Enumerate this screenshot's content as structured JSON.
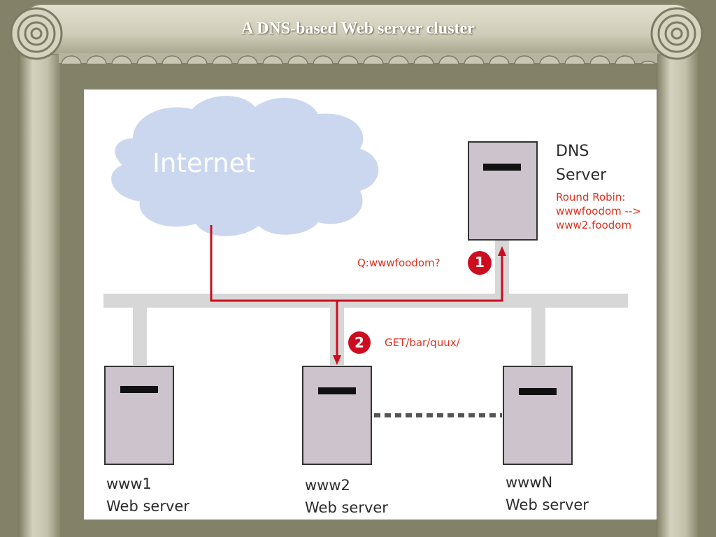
{
  "slide": {
    "title": "A DNS-based Web server cluster"
  },
  "diagram": {
    "cloud_label": "Internet",
    "dns": {
      "line1": "DNS",
      "line2": "Server",
      "note1": "Round Robin:",
      "note2": "wwwfoodom -->",
      "note3": "www2.foodom"
    },
    "step1": {
      "number": "1",
      "label": "Q:wwwfoodom?"
    },
    "step2": {
      "number": "2",
      "label": "GET/bar/quux/"
    },
    "servers": [
      {
        "name": "www1",
        "role": "Web server"
      },
      {
        "name": "www2",
        "role": "Web server"
      },
      {
        "name": "wwwN",
        "role": "Web server"
      }
    ]
  },
  "colors": {
    "frame": "#c9c6b2",
    "stone": "#848169",
    "server_fill": "#cdc3cc",
    "bus": "#d7d7d7",
    "cloud": "#cbd7ee",
    "arrow_red": "#cc0d1f"
  }
}
